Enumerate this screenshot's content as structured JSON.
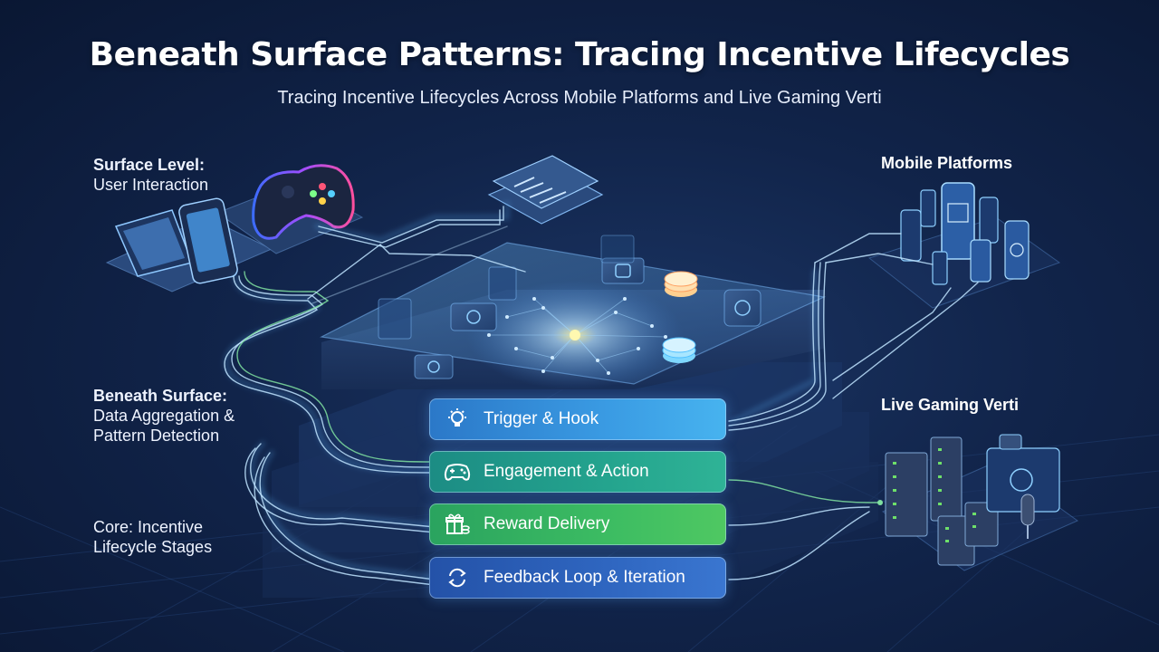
{
  "header": {
    "title": "Beneath Surface Patterns: Tracing Incentive Lifecycles",
    "subtitle": "Tracing Incentive Lifecycles Across Mobile Platforms and Live Gaming Verti"
  },
  "layers": {
    "surface": {
      "title": "Surface Level:",
      "detail": "User Interaction"
    },
    "beneath": {
      "title": "Beneath Surface:",
      "detail_1": "Data Aggregation &",
      "detail_2": "Pattern Detection"
    },
    "core": {
      "title": "Core: Incentive",
      "detail": "Lifecycle Stages"
    }
  },
  "panels": {
    "mobile": "Mobile Platforms",
    "live_gaming": "Live Gaming Verti"
  },
  "stages": [
    {
      "label": "Trigger & Hook",
      "icon": "lightbulb-icon"
    },
    {
      "label": "Engagement & Action",
      "icon": "gamepad-icon"
    },
    {
      "label": "Reward Delivery",
      "icon": "gift-icon"
    },
    {
      "label": "Feedback Loop & Iteration",
      "icon": "cycle-arrows-icon"
    }
  ],
  "colors": {
    "background": "#11244a",
    "glow_blue": "#5fb4ff",
    "glow_green": "#6fe08a",
    "stage_blue": "#3a9be3",
    "stage_teal": "#24a48e",
    "stage_green": "#3cbc62",
    "stage_navy": "#2f66c0"
  }
}
